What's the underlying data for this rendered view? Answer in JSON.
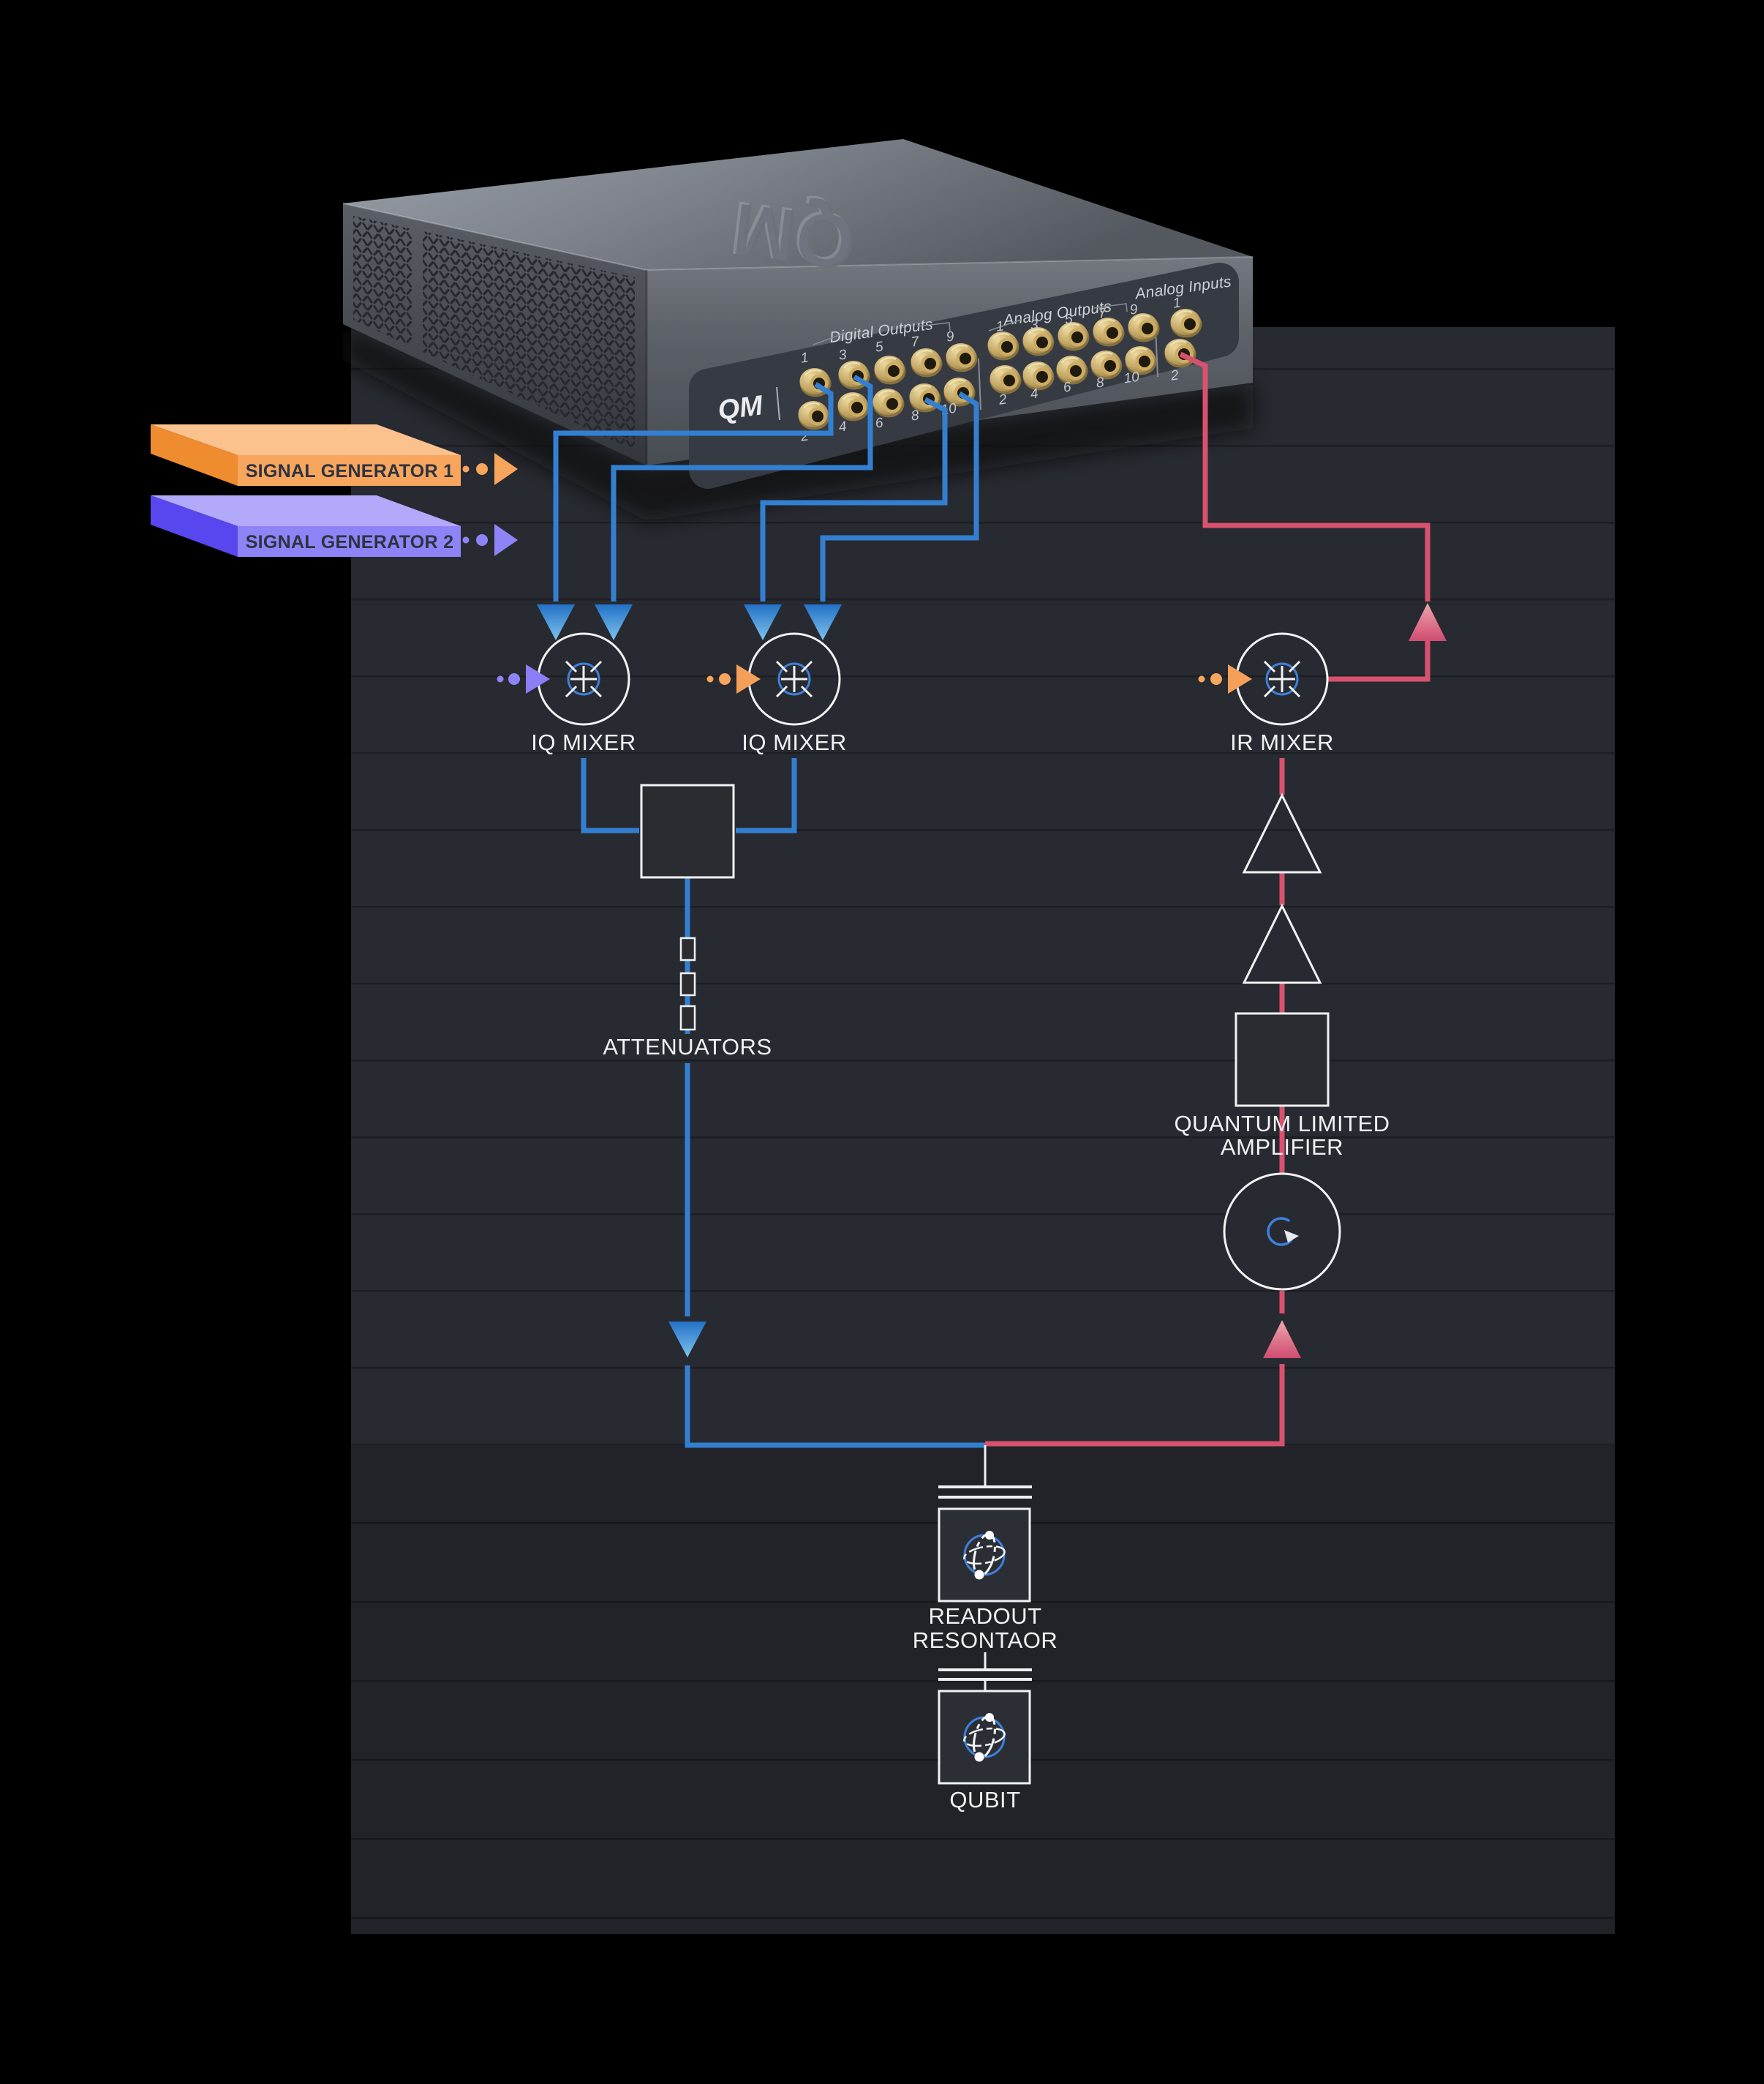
{
  "device": {
    "top_logo": "QM",
    "brand_logo": "QM",
    "groups": [
      {
        "label": "Digital Outputs",
        "ports_top": [
          "1",
          "3",
          "5",
          "7",
          "9"
        ],
        "ports_bottom": [
          "2",
          "4",
          "6",
          "8",
          "10"
        ]
      },
      {
        "label": "Analog Outputs",
        "ports_top": [
          "1",
          "3",
          "5",
          "7",
          "9"
        ],
        "ports_bottom": [
          "2",
          "4",
          "6",
          "8",
          "10"
        ]
      },
      {
        "label": "Analog Inputs",
        "ports_top": [
          "1"
        ],
        "ports_bottom": [
          "2"
        ]
      }
    ]
  },
  "generators": [
    {
      "label": "SIGNAL GENERATOR 1",
      "color": "#f8a55d"
    },
    {
      "label": "SIGNAL GENERATOR 2",
      "color": "#8f84f7"
    }
  ],
  "nodes": {
    "iq_mixer_1": "IQ MIXER",
    "iq_mixer_2": "IQ MIXER",
    "ir_mixer": "IR MIXER",
    "attenuators": "ATTENUATORS",
    "qla_line1": "QUANTUM LIMITED",
    "qla_line2": "AMPLIFIER",
    "readout_line1": "READOUT",
    "readout_line2": "RESONTAOR",
    "qubit": "QUBIT"
  },
  "colors": {
    "blue_line": "#3380d2",
    "pink_line": "#d8526f",
    "orange": "#f8a55d",
    "purple": "#8f84f7",
    "panel_upper": "#282a31",
    "panel_lower": "#212328"
  }
}
